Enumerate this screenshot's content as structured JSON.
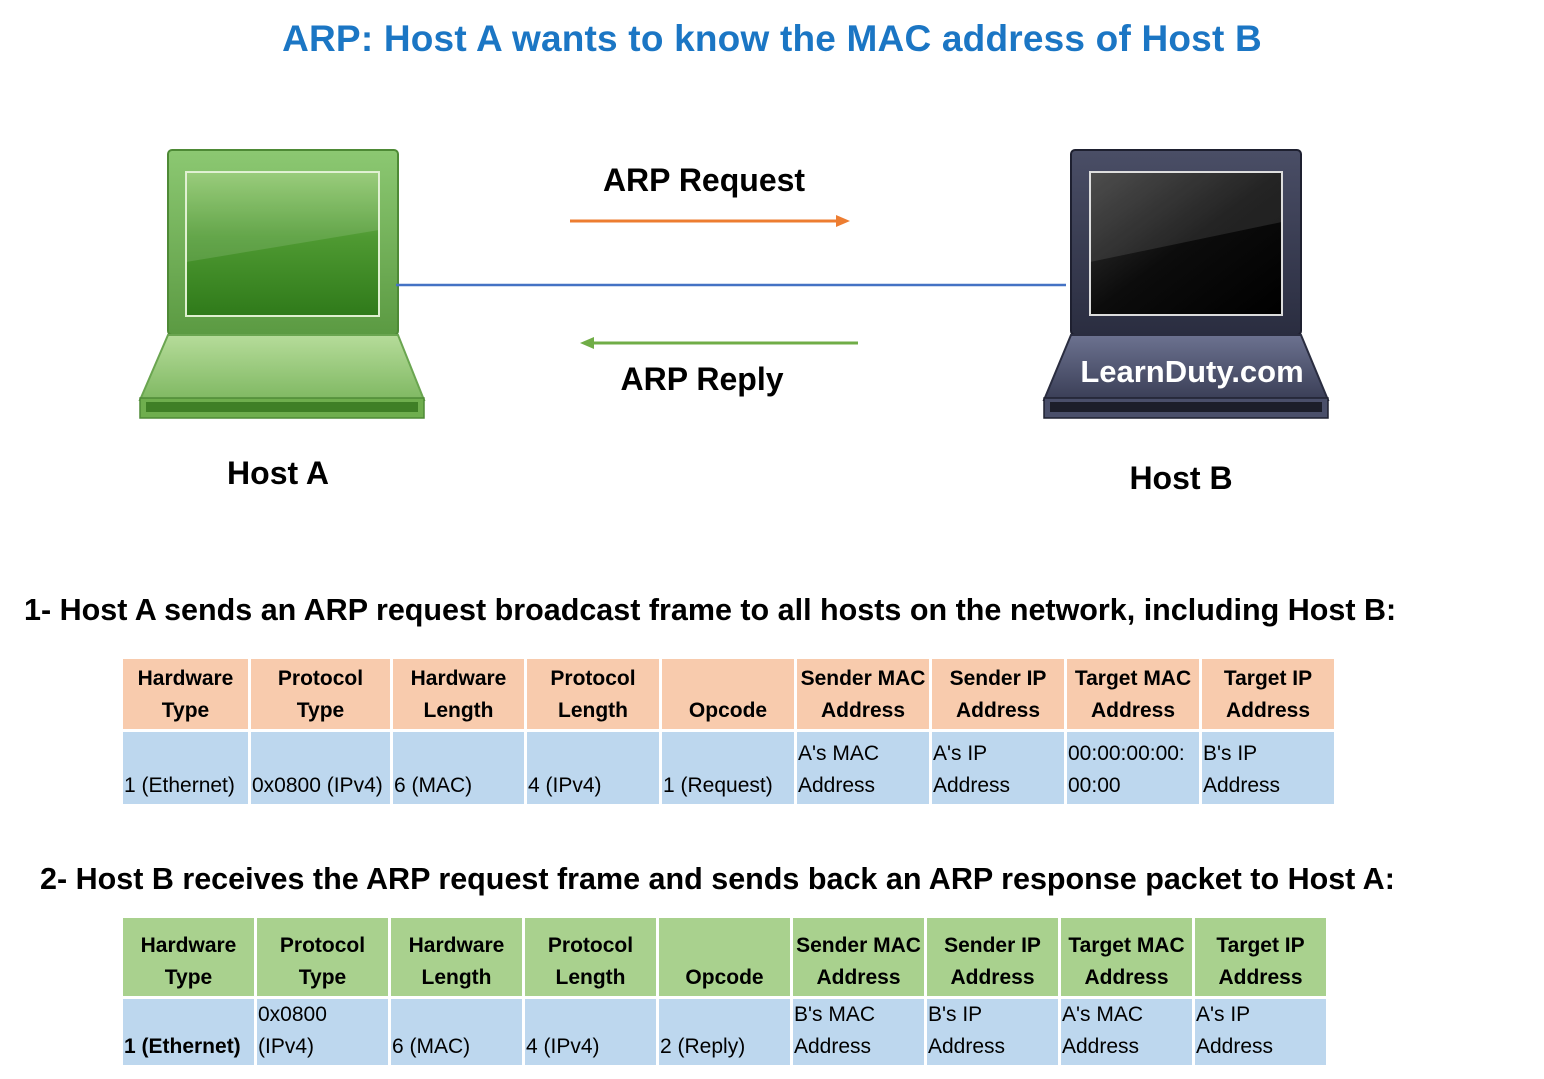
{
  "title": "ARP: Host A wants to know the MAC address of Host B",
  "arrows": {
    "request_label": "ARP Request",
    "reply_label": "ARP Reply"
  },
  "hosts": {
    "a_label": "Host A",
    "b_label": "Host B",
    "b_watermark": "LearnDuty.com"
  },
  "colors": {
    "title": "#1b76c4",
    "request_arrow": "#ed7d31",
    "reply_arrow": "#70ad47",
    "link_line": "#4472c4",
    "request_header_bg": "#f8cbad",
    "reply_header_bg": "#a9d18e",
    "value_bg": "#bdd7ee"
  },
  "step1": {
    "title": "1- Host A sends an ARP request broadcast frame to all hosts on the network, including Host B:",
    "headers": [
      [
        "Hardware",
        "Type"
      ],
      [
        "Protocol",
        "Type"
      ],
      [
        "Hardware",
        "Length"
      ],
      [
        "Protocol",
        "Length"
      ],
      [
        "",
        "Opcode"
      ],
      [
        "Sender MAC",
        "Address"
      ],
      [
        "Sender IP",
        "Address"
      ],
      [
        "Target MAC",
        "Address"
      ],
      [
        "Target IP",
        "Address"
      ]
    ],
    "values": [
      [
        "",
        "1 (Ethernet)"
      ],
      [
        "",
        "0x0800 (IPv4)"
      ],
      [
        "",
        "6 (MAC)"
      ],
      [
        "",
        "4 (IPv4)"
      ],
      [
        "",
        "1 (Request)"
      ],
      [
        "A's MAC",
        "Address"
      ],
      [
        "A's IP",
        "Address"
      ],
      [
        "00:00:00:00:",
        "00:00"
      ],
      [
        "B's IP",
        "Address"
      ]
    ]
  },
  "step2": {
    "title": "2- Host B receives the ARP request frame and sends back an ARP response packet to Host A:",
    "headers": [
      [
        "Hardware",
        "Type"
      ],
      [
        "Protocol",
        "Type"
      ],
      [
        "Hardware",
        "Length"
      ],
      [
        "Protocol",
        "Length"
      ],
      [
        "",
        "Opcode"
      ],
      [
        "Sender MAC",
        "Address"
      ],
      [
        "Sender IP",
        "Address"
      ],
      [
        "Target MAC",
        "Address"
      ],
      [
        "Target IP",
        "Address"
      ]
    ],
    "values": [
      [
        "",
        "1 (Ethernet)"
      ],
      [
        "0x0800",
        "(IPv4)"
      ],
      [
        "",
        "6 (MAC)"
      ],
      [
        "",
        "4 (IPv4)"
      ],
      [
        "",
        "2 (Reply)"
      ],
      [
        "B's MAC",
        "Address"
      ],
      [
        "B's IP",
        "Address"
      ],
      [
        "A's MAC",
        "Address"
      ],
      [
        "A's IP",
        "Address"
      ]
    ]
  }
}
